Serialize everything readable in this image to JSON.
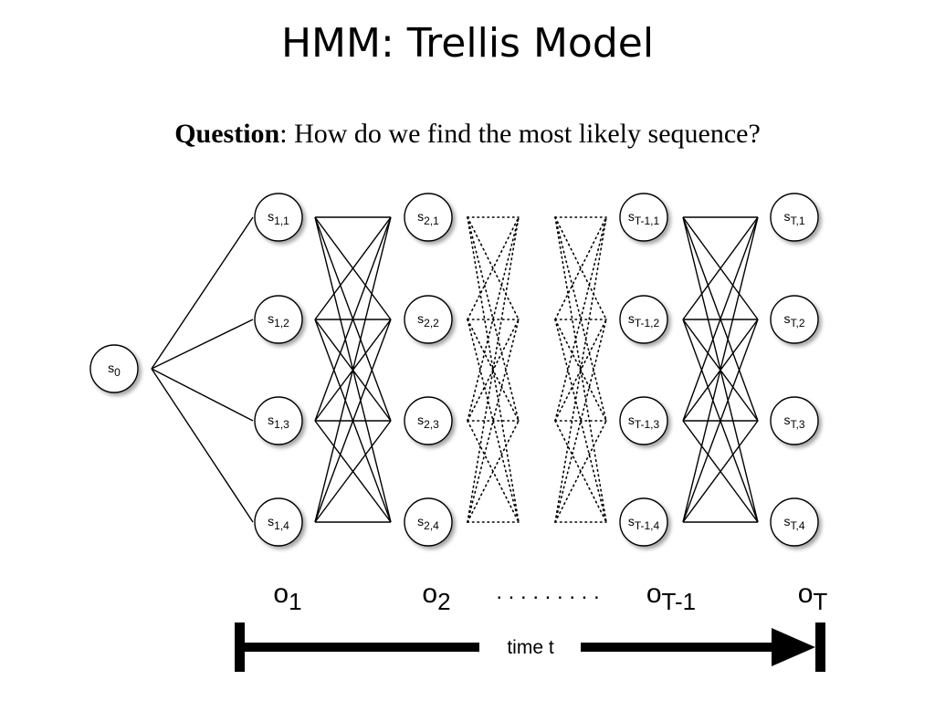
{
  "slide": {
    "title": "HMM: Trellis Model",
    "question_label": "Question",
    "question_text": ": How do we find the most likely sequence?"
  },
  "diagram": {
    "start_node": {
      "base": "s",
      "sub": "0"
    },
    "columns": [
      {
        "id": "c1",
        "nodes": [
          {
            "base": "s",
            "sub": "1,1"
          },
          {
            "base": "s",
            "sub": "1,2"
          },
          {
            "base": "s",
            "sub": "1,3"
          },
          {
            "base": "s",
            "sub": "1,4"
          }
        ]
      },
      {
        "id": "c2",
        "nodes": [
          {
            "base": "s",
            "sub": "2,1"
          },
          {
            "base": "s",
            "sub": "2,2"
          },
          {
            "base": "s",
            "sub": "2,3"
          },
          {
            "base": "s",
            "sub": "2,4"
          }
        ]
      },
      {
        "id": "c3",
        "nodes": [
          {
            "base": "s",
            "sub": "T-1,1"
          },
          {
            "base": "s",
            "sub": "T-1,2"
          },
          {
            "base": "s",
            "sub": "T-1,3"
          },
          {
            "base": "s",
            "sub": "T-1,4"
          }
        ]
      },
      {
        "id": "c4",
        "nodes": [
          {
            "base": "s",
            "sub": "T,1"
          },
          {
            "base": "s",
            "sub": "T,2"
          },
          {
            "base": "s",
            "sub": "T,3"
          },
          {
            "base": "s",
            "sub": "T,4"
          }
        ]
      }
    ],
    "observations": [
      {
        "base": "o",
        "sub": "1"
      },
      {
        "base": "o",
        "sub": "2"
      },
      {
        "base": "o",
        "sub": "T-1"
      },
      {
        "base": "o",
        "sub": "T"
      }
    ],
    "obs_ellipsis": ". . . . . . . . .",
    "time_label": "time t"
  }
}
